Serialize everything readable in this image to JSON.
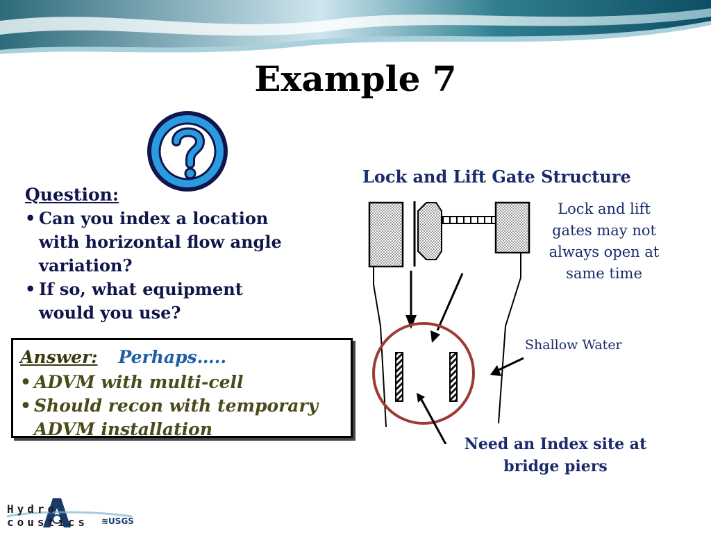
{
  "slide": {
    "title": "Example 7"
  },
  "question": {
    "heading": "Question:",
    "items": [
      "Can you index a location with horizontal flow angle variation?",
      "If so, what equipment would you use?"
    ]
  },
  "answer": {
    "label": "Answer:",
    "lead": "Perhaps…..",
    "items": [
      "ADVM with multi-cell",
      "Should recon with temporary ADVM installation"
    ]
  },
  "diagram": {
    "title": "Lock and Lift Gate Structure",
    "note_gates": "Lock and lift gates may not always open at same time",
    "note_shallow": "Shallow Water",
    "note_index": "Need an Index site at bridge piers"
  },
  "logo": {
    "hydro_text": "Hydro coustics",
    "usgs_text": "≋USGS"
  },
  "icons": {
    "question_icon": "question-mark-circle-icon",
    "bullet": "•"
  },
  "colors": {
    "navy_text": "#1a2a6c",
    "answer_text": "#4a4a1a",
    "perhaps_text": "#1f5fa8",
    "circle": "#9e3a36",
    "icon_blue": "#2a9be0"
  }
}
